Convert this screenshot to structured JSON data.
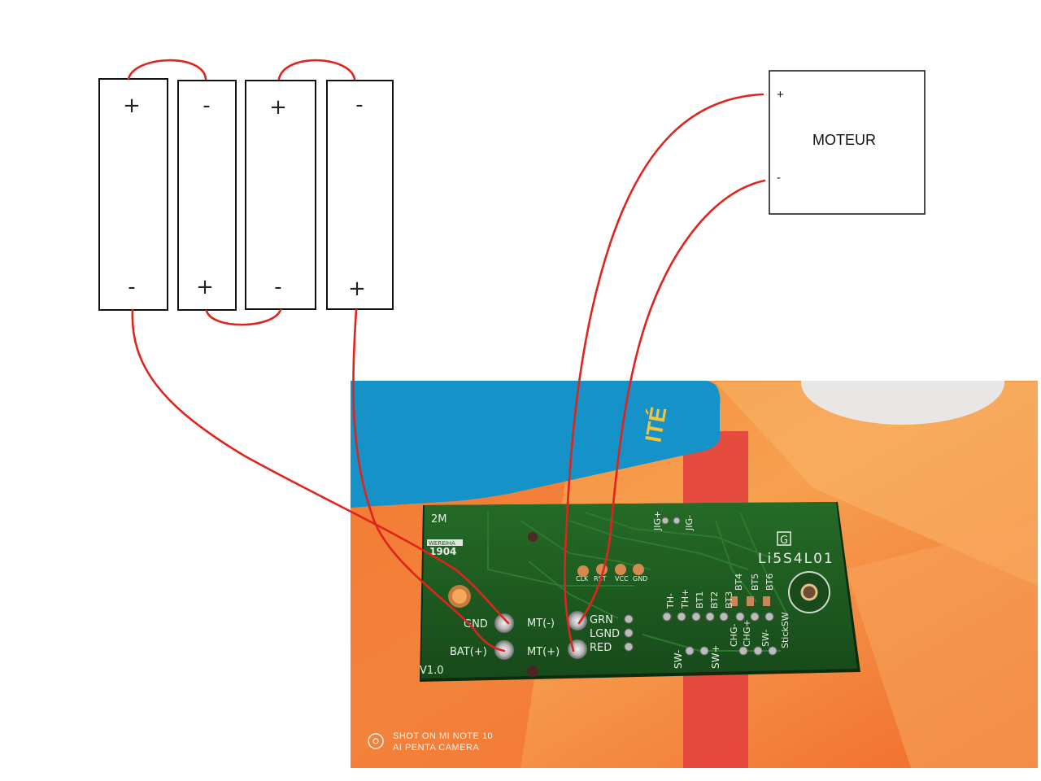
{
  "batteries": [
    {
      "top": "+",
      "bottom": "-"
    },
    {
      "top": "-",
      "bottom": "+"
    },
    {
      "top": "+",
      "bottom": "-"
    },
    {
      "top": "-",
      "bottom": "+"
    }
  ],
  "motor": {
    "title": "MOTEUR",
    "plus": "+",
    "minus": "-"
  },
  "pcb": {
    "top_left": "2M",
    "maker": "WEREIHA",
    "date_code": "1904",
    "jig_plus": "JIG+",
    "jig_minus": "JIG-",
    "model": "Li5S4L01",
    "g_mark": "G",
    "pads": [
      "CLK",
      "RST",
      "VCC",
      "GND"
    ],
    "left_pads": {
      "gnd": "GND",
      "bat_plus": "BAT(+)"
    },
    "motor_pads": {
      "mt_minus": "MT(-)",
      "mt_plus": "MT(+)"
    },
    "right_pads": {
      "grn": "GRN",
      "lgnd": "LGND",
      "red": "RED"
    },
    "rotated": [
      "TH-",
      "TH+",
      "BT1",
      "BT2",
      "BT3",
      "BT4",
      "BT5",
      "BT6",
      "CHG-",
      "CHG+",
      "SW-",
      "StickSW"
    ],
    "sw_minus": "SW-",
    "sw_plus": "SW+",
    "version": "V1.0"
  },
  "photo": {
    "label_text": "ITÉ"
  },
  "camera": {
    "line1": "SHOT ON MI NOTE 10",
    "line2": "AI PENTA CAMERA"
  },
  "colors": {
    "wire": "#e0231c",
    "pcb": "#1f5a22",
    "blue_card": "#1593c8"
  }
}
